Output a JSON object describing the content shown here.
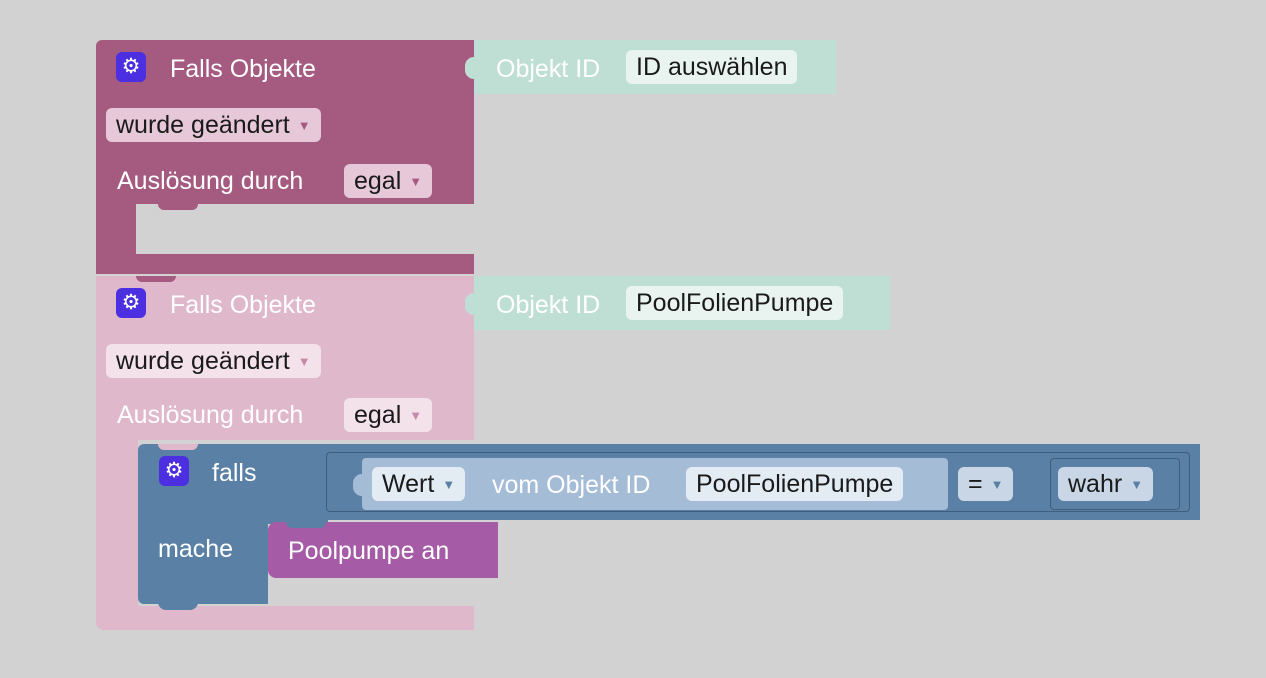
{
  "block1": {
    "title": "Falls Objekte",
    "objekt_id_label": "Objekt ID",
    "objekt_id_value": "ID auswählen",
    "mode_value": "wurde geändert",
    "trigger_label": "Auslösung durch",
    "trigger_value": "egal"
  },
  "block2": {
    "title": "Falls Objekte",
    "objekt_id_label": "Objekt ID",
    "objekt_id_value": "PoolFolienPumpe",
    "mode_value": "wurde geändert",
    "trigger_label": "Auslösung durch",
    "trigger_value": "egal"
  },
  "if_block": {
    "if_label": "falls",
    "do_label": "mache",
    "value_dropdown": "Wert",
    "vom_label": "vom Objekt ID",
    "object_id": "PoolFolienPumpe",
    "operator": "=",
    "compare_value": "wahr",
    "action_label": "Poolpumpe an"
  },
  "icons": {
    "gear": "gear-icon",
    "dropdown": "chevron-down-icon"
  },
  "colors": {
    "block1": "#a55b80",
    "block2_disabled": "#e0b8cc",
    "objekt_id": "#bfdfd4",
    "if_block": "#5b80a5",
    "compare_inner": "#a5bcd6",
    "action": "#a55ba5",
    "gear_bg": "#4b2fe0"
  }
}
